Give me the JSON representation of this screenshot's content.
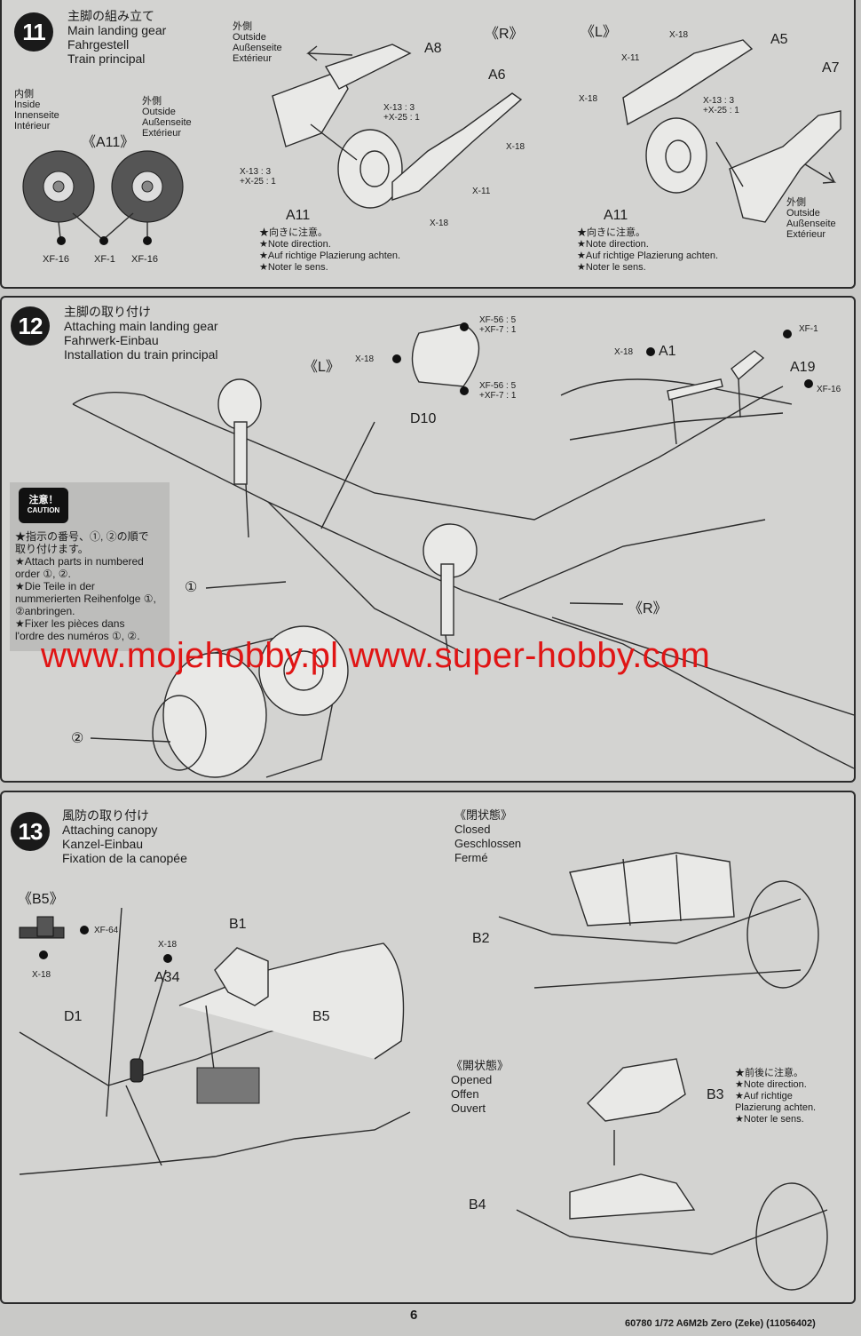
{
  "step11": {
    "number": "11",
    "title_jp": "主脚の組み立て",
    "title_en": "Main landing gear",
    "title_de": "Fahrgestell",
    "title_fr": "Train principal",
    "inside_jp": "内側",
    "inside_en": "Inside",
    "inside_de": "Innenseite",
    "inside_fr": "Intérieur",
    "outside_jp": "外側",
    "outside_en": "Outside",
    "outside_de": "Außenseite",
    "outside_fr": "Extérieur",
    "wheel_group": "《A11》",
    "paint_left": "XF-16",
    "paint_mid": "XF-1",
    "paint_right": "XF-16",
    "right_label": "《R》",
    "left_label": "《L》",
    "parts": {
      "a8": "A8",
      "a6": "A6",
      "a5": "A5",
      "a7": "A7",
      "a11_r": "A11",
      "a11_l": "A11"
    },
    "mix": [
      "X-13 : 3",
      "+X-25 : 1"
    ],
    "x18": "X-18",
    "x11": "X-11",
    "notes": [
      "★向きに注意。",
      "★Note direction.",
      "★Auf richtige Plazierung achten.",
      "★Noter le sens."
    ]
  },
  "step12": {
    "number": "12",
    "title_jp": "主脚の取り付け",
    "title_en": "Attaching main landing gear",
    "title_de": "Fahrwerk-Einbau",
    "title_fr": "Installation du train principal",
    "left_label": "《L》",
    "right_label": "《R》",
    "d10": "D10",
    "a1": "A1",
    "a19": "A19",
    "x18": "X-18",
    "xf1": "XF-1",
    "xf16": "XF-16",
    "mix": [
      "XF-56 : 5",
      "+XF-7 : 1"
    ],
    "circle1": "①",
    "circle2": "②",
    "caution_jp": "注意！",
    "caution_en": "CAUTION",
    "caution_lines": [
      "★指示の番号、①, ②の順で",
      "取り付けます。",
      "★Attach parts in numbered",
      "order ①, ②.",
      "★Die Teile in der",
      "nummerierten Reihenfolge ①,",
      "②anbringen.",
      "★Fixer les pièces dans",
      "l'ordre des numéros ①, ②."
    ]
  },
  "watermark": "www.mojehobby.pl www.super-hobby.com",
  "step13": {
    "number": "13",
    "title_jp": "風防の取り付け",
    "title_en": "Attaching canopy",
    "title_de": "Kanzel-Einbau",
    "title_fr": "Fixation de la canopée",
    "b5_group": "《B5》",
    "xf64": "XF-64",
    "x18a": "X-18",
    "x18b": "X-18",
    "a34": "A34",
    "b1": "B1",
    "b5": "B5",
    "d1": "D1",
    "closed_jp": "《閉状態》",
    "closed_en": "Closed",
    "closed_de": "Geschlossen",
    "closed_fr": "Fermé",
    "b2": "B2",
    "opened_jp": "《開状態》",
    "opened_en": "Opened",
    "opened_de": "Offen",
    "opened_fr": "Ouvert",
    "b3": "B3",
    "b4": "B4",
    "notes": [
      "★前後に注意。",
      "★Note direction.",
      "★Auf richtige",
      "Plazierung achten.",
      "★Noter le sens."
    ]
  },
  "page_number": "6",
  "footer": "60780  1/72 A6M2b Zero (Zeke) (11056402)"
}
